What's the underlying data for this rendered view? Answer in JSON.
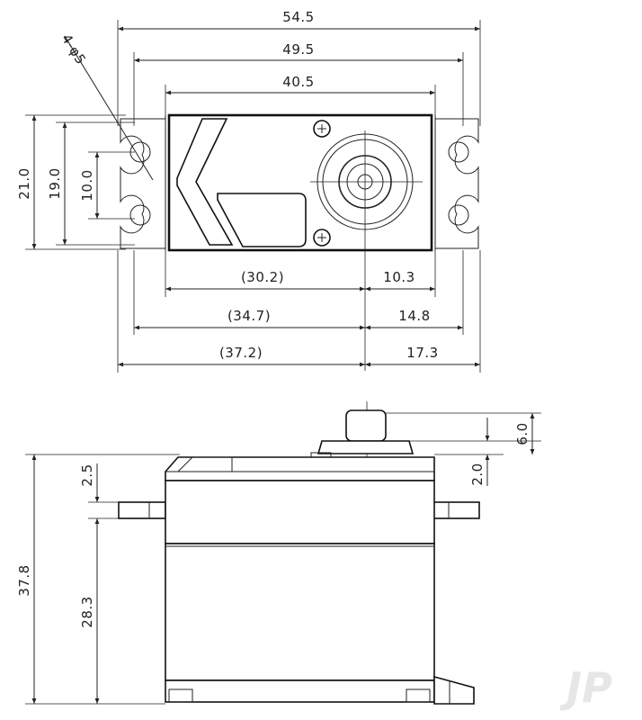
{
  "top_view": {
    "dims": {
      "overall_width": "54.5",
      "mount_hole_span": "49.5",
      "body_width": "40.5",
      "hole_spec": "4-φ5",
      "overall_height": "21.0",
      "body_height": "19.0",
      "hole_pitch": "10.0",
      "left_body_to_shaft": "(30.2)",
      "shaft_to_body_right": "10.3",
      "left_hole_to_shaft": "(34.7)",
      "shaft_to_right_hole": "14.8",
      "left_edge_to_shaft": "(37.2)",
      "shaft_to_right_edge": "17.3"
    }
  },
  "side_view": {
    "dims": {
      "total_height": "37.8",
      "flange_thickness": "2.5",
      "body_below_flange": "28.3",
      "spline_height": "6.0",
      "collar_height": "2.0"
    }
  },
  "watermark": "JP"
}
